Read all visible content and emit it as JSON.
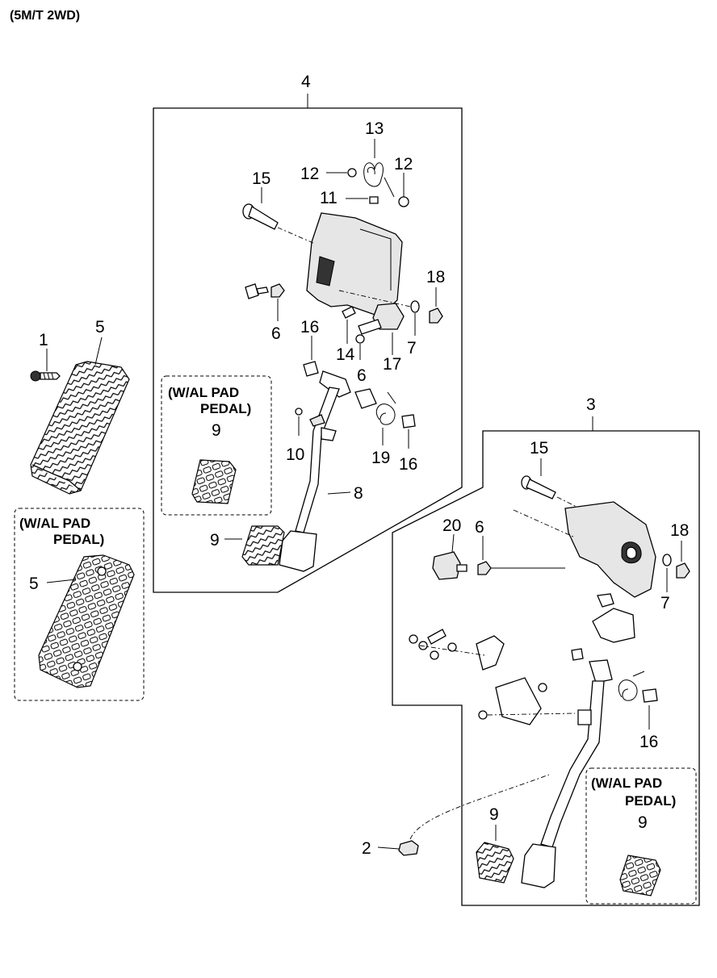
{
  "header": "(5M/T 2WD)",
  "note_text": [
    "(W/AL PAD",
    "PEDAL)"
  ],
  "callouts": {
    "c1": "1",
    "c2": "2",
    "c3": "3",
    "c4": "4",
    "c5a": "5",
    "c5b": "5",
    "c6a": "6",
    "c6b": "6",
    "c6c": "6",
    "c7a": "7",
    "c7b": "7",
    "c8": "8",
    "c9a": "9",
    "c9b": "9",
    "c9c": "9",
    "c9d": "9",
    "c10": "10",
    "c11": "11",
    "c12a": "12",
    "c12b": "12",
    "c13": "13",
    "c14": "14",
    "c15a": "15",
    "c15b": "15",
    "c16a": "16",
    "c16b": "16",
    "c16c": "16",
    "c17": "17",
    "c18a": "18",
    "c18b": "18",
    "c19": "19",
    "c20": "20"
  }
}
